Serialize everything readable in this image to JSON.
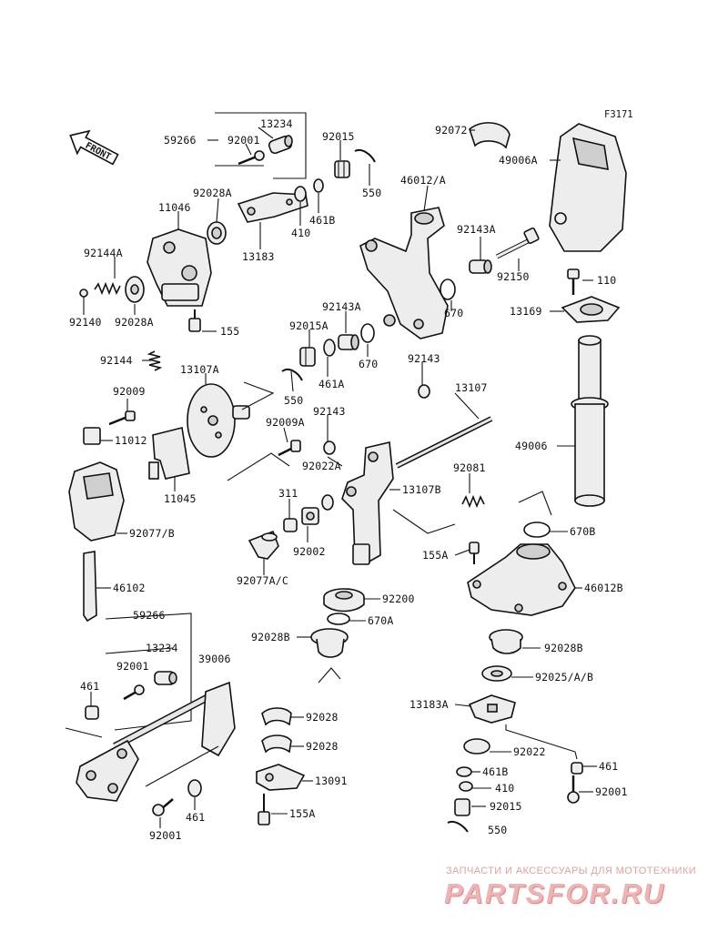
{
  "figure_code": "F3171",
  "front_label": "FRONT",
  "watermark": {
    "subtitle": "ЗАПЧАСТИ И АКСЕССУАРЫ ДЛЯ МОТОТЕХНИКИ",
    "brand": "PARTSFOR.RU"
  },
  "labels": {
    "p13234_a": "13234",
    "p59266_a": "59266",
    "p92001_a": "92001",
    "p92015_a": "92015",
    "p92072": "92072",
    "p49006a": "49006A",
    "p92028a_a": "92028A",
    "p11046": "11046",
    "p550_a": "550",
    "p46012a": "46012/A",
    "p461b_a": "461B",
    "p410_a": "410",
    "p92143a_a": "92143A",
    "p92144a": "92144A",
    "p13183": "13183",
    "p92150": "92150",
    "p110": "110",
    "p92140": "92140",
    "p92028a_b": "92028A",
    "p92143a_b": "92143A",
    "p13169": "13169",
    "p670_a": "670",
    "p92015a": "92015A",
    "p155_a": "155",
    "p670_b": "670",
    "p92144": "92144",
    "p92143_a": "92143",
    "p13107a": "13107A",
    "p461a": "461A",
    "p13107": "13107",
    "p92009": "92009",
    "p550_b": "550",
    "p92143_b": "92143",
    "p92009a": "92009A",
    "p11012": "11012",
    "p49006": "49006",
    "p92022a": "92022A",
    "p92081": "92081",
    "p13107b": "13107B",
    "p11045": "11045",
    "p311": "311",
    "p92077b": "92077/B",
    "p670b": "670B",
    "p92002": "92002",
    "p155a_a": "155A",
    "p92077ac": "92077A/C",
    "p46102": "46102",
    "p46012b": "46012B",
    "p92200": "92200",
    "p59266_b": "59266",
    "p670a": "670A",
    "p92028b_a": "92028B",
    "p39006": "39006",
    "p13234_b": "13234",
    "p92028b_b": "92028B",
    "p92001_b": "92001",
    "p92025": "92025/A/B",
    "p461_a": "461",
    "p13183a": "13183A",
    "p92028_a": "92028",
    "p92028_b": "92028",
    "p92022": "92022",
    "p461_b": "461",
    "p13091": "13091",
    "p461b_b": "461B",
    "p410_b": "410",
    "p92001_c": "92001",
    "p155a_b": "155A",
    "p92015_b": "92015",
    "p461_c": "461",
    "p550_c": "550",
    "p92001_d": "92001"
  }
}
